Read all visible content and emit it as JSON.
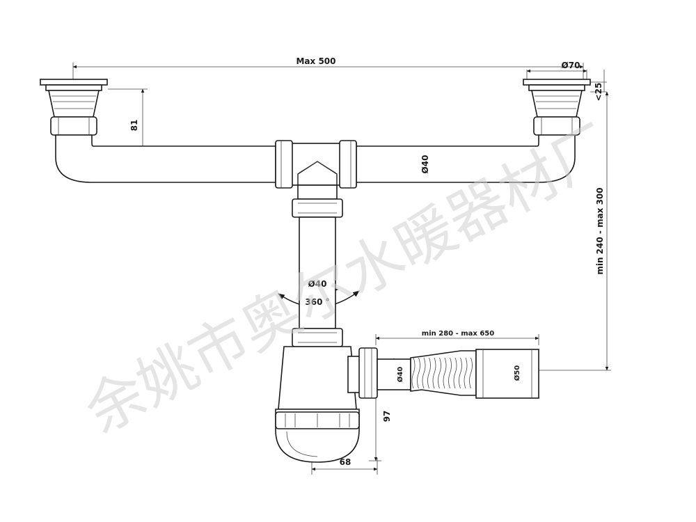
{
  "dimensions": {
    "max_width": "Max 500",
    "outlet_diameter": "Ø70",
    "depth": "<25",
    "drop": "81",
    "pipe_diameter": "Ø40",
    "height_range": "min 240 - max 300",
    "vertical_pipe_diameter": "Ø40",
    "rotation": "360 °",
    "hose_length": "min 280 - max 650",
    "hose_inlet_diameter": "Ø40",
    "hose_outlet_diameter": "Ø50",
    "trap_height": "97",
    "trap_width": "68"
  },
  "watermark": "余姚市奥尔水暖器材厂"
}
